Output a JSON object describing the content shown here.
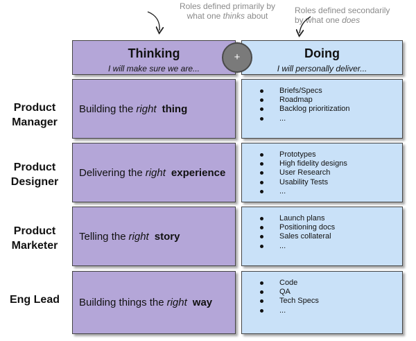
{
  "annotations": {
    "left": {
      "line1": "Roles defined primarily by",
      "line2_pre": "what one",
      "line2_em": "thinks",
      "line2_post": "about"
    },
    "right": {
      "line1": "Roles defined secondarily",
      "line2_pre": "by what one",
      "line2_em": "does"
    }
  },
  "header": {
    "thinking_title": "Thinking",
    "thinking_sub": "I will make sure we are...",
    "doing_title": "Doing",
    "doing_sub": "I will personally deliver...",
    "connector": "+"
  },
  "roles": [
    {
      "name_line1": "Product",
      "name_line2": "Manager",
      "thinking": {
        "pre": "Building the",
        "em": "right",
        "bold": "thing"
      },
      "doing": [
        "Briefs/Specs",
        "Roadmap",
        "Backlog prioritization",
        "..."
      ]
    },
    {
      "name_line1": "Product",
      "name_line2": "Designer",
      "thinking": {
        "pre": "Delivering the",
        "em": "right",
        "bold": "experience"
      },
      "doing": [
        "Prototypes",
        "High fidelity designs",
        "User Research",
        "Usability Tests",
        "..."
      ]
    },
    {
      "name_line1": "Product",
      "name_line2": "Marketer",
      "thinking": {
        "pre": "Telling the",
        "em": "right",
        "bold": "story"
      },
      "doing": [
        "Launch plans",
        "Positioning docs",
        "Sales collateral",
        "..."
      ]
    },
    {
      "name_line1": "Eng Lead",
      "name_line2": "",
      "thinking": {
        "pre": "Building things the",
        "em": "right",
        "bold": "way"
      },
      "doing": [
        "Code",
        "QA",
        "Tech Specs",
        "..."
      ]
    }
  ],
  "colors": {
    "thinking": "#b4a6d8",
    "doing": "#c9e1f8",
    "annotation": "#8a8a8a",
    "connector": "#7a7a7a"
  }
}
